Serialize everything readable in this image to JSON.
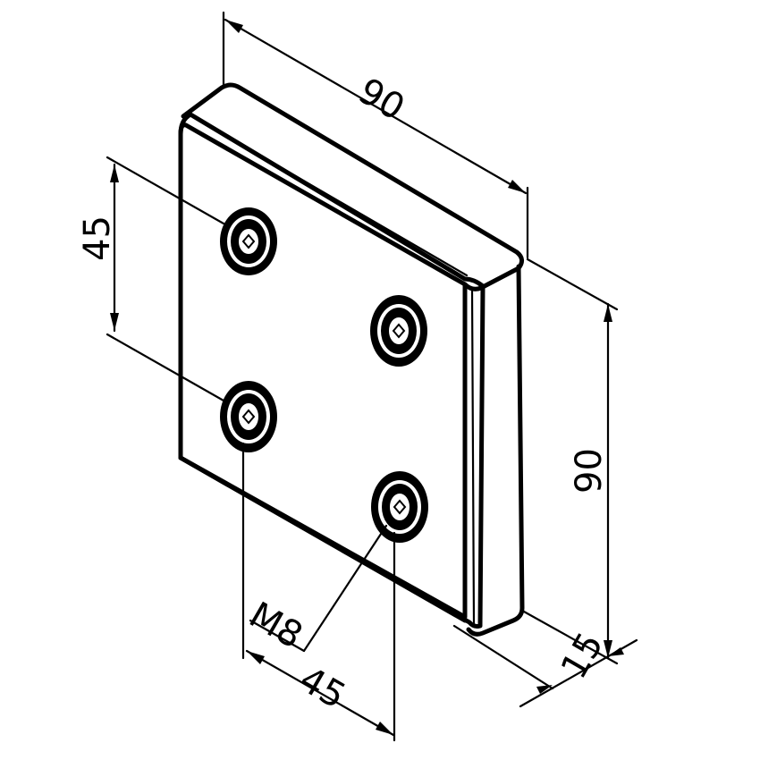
{
  "dimensions": {
    "top_width": "90",
    "right_height": "90",
    "left_spacing": "45",
    "bottom_spacing": "45",
    "thickness": "15",
    "thread": "M8"
  }
}
